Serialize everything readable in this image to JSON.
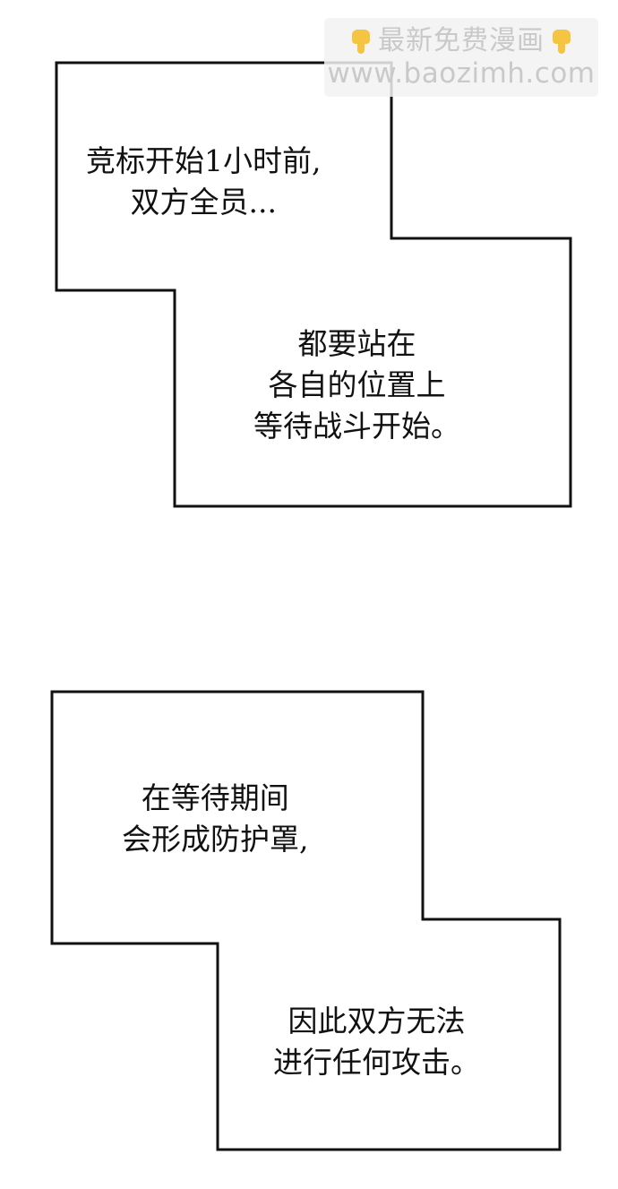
{
  "watermark": {
    "line1": "最新免费漫画",
    "line2": "www.baozimh.com",
    "left_icon": "pointing-down-hand-icon",
    "right_icon": "pointing-down-hand-icon"
  },
  "panels": [
    {
      "captions": [
        {
          "lines": [
            "竞标开始1小时前,",
            "双方全员..."
          ]
        },
        {
          "lines": [
            "都要站在",
            "各自的位置上",
            "等待战斗开始。"
          ]
        }
      ]
    },
    {
      "captions": [
        {
          "lines": [
            "在等待期间",
            "会形成防护罩,"
          ]
        },
        {
          "lines": [
            "因此双方无法",
            "进行任何攻击。"
          ]
        }
      ]
    }
  ],
  "colors": {
    "border": "#111111",
    "background": "#ffffff",
    "watermark_text": "#c9c9c9",
    "hand_icon": "#f5c542"
  }
}
